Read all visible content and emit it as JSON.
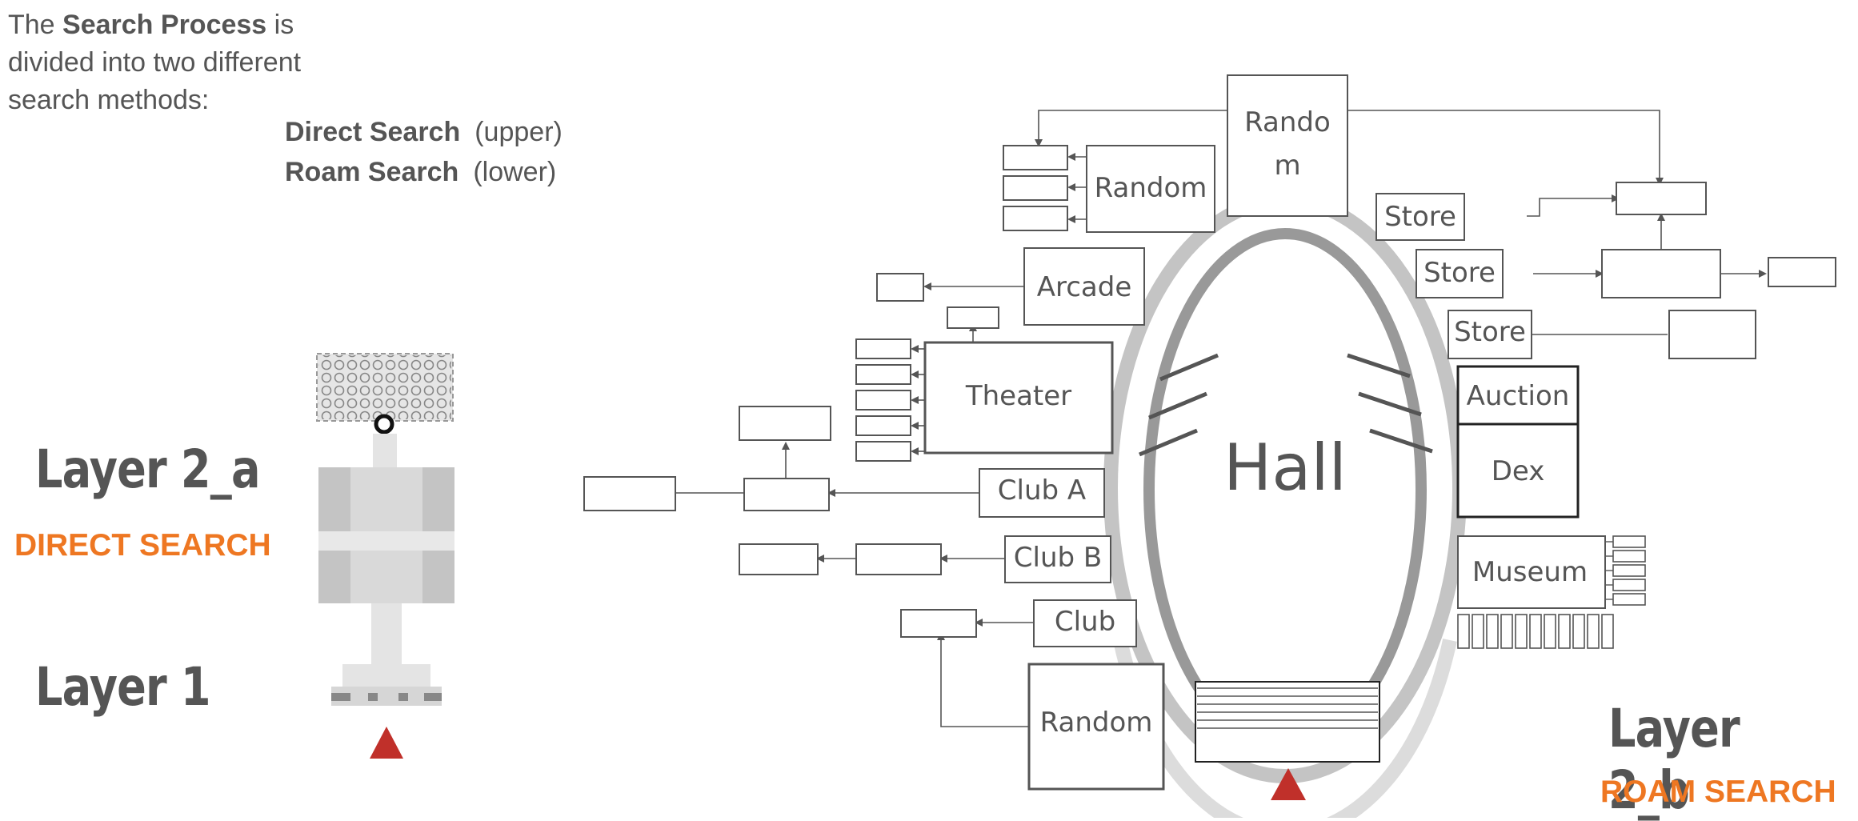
{
  "intro": {
    "prefix": "The ",
    "bold": "Search Process",
    "line1_suffix": " is",
    "line2": "divided into two different",
    "line3": "search methods:"
  },
  "methods": [
    {
      "name": "Direct Search",
      "note": "(upper)"
    },
    {
      "name": "Roam Search",
      "note": "(lower)"
    }
  ],
  "left_panel": {
    "layer2a": "Layer 2_a",
    "direct": "DIRECT SEARCH",
    "layer1": "Layer 1"
  },
  "right_panel": {
    "layer2b": "Layer 2_b",
    "roam": "ROAM SEARCH"
  },
  "map_labels": {
    "hall": "Hall",
    "random_top_line1": "Rando",
    "random_top_line2": "m",
    "random_upper": "Random",
    "arcade": "Arcade",
    "theater": "Theater",
    "club_a": "Club A",
    "club_b": "Club B",
    "club": "Club",
    "random_lower": "Random",
    "store1": "Store",
    "store2": "Store",
    "store3": "Store",
    "auction": "Auction",
    "dex": "Dex",
    "museum": "Museum"
  },
  "colors": {
    "accent_orange": "#EE7722",
    "marker_red": "#C0302A",
    "text_gray": "#555555",
    "ring_gray": "#BBBBBB"
  }
}
